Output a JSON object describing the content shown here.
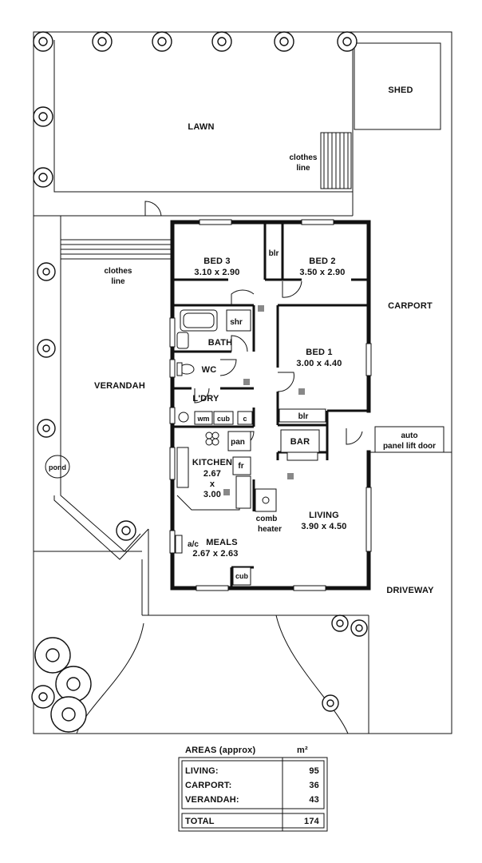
{
  "outdoor": {
    "lawn": "LAWN",
    "shed": "SHED",
    "clothes_line_top": [
      "clothes",
      "line"
    ],
    "clothes_line_left": [
      "clothes",
      "line"
    ],
    "verandah": "VERANDAH",
    "pond": "pond",
    "carport": "CARPORT",
    "driveway": "DRIVEWAY",
    "auto_door": [
      "auto",
      "panel lift door"
    ]
  },
  "rooms": {
    "bed3": {
      "name": "BED 3",
      "size": "3.10 x 2.90"
    },
    "bed2": {
      "name": "BED 2",
      "size": "3.50 x 2.90"
    },
    "bed1": {
      "name": "BED 1",
      "size": "3.00 x 4.40"
    },
    "bath": "BATH",
    "shr": "shr",
    "wc": "WC",
    "ldry": "L'DRY",
    "blr_top": "blr",
    "blr_mid": "blr",
    "bar": "BAR",
    "wm": "wm",
    "cub_ldry": "cub",
    "c": "c",
    "pan": "pan",
    "fr": "fr",
    "kitchen": {
      "name": "KITCHEN",
      "w": "2.67",
      "x": "x",
      "h": "3.00"
    },
    "comb_heater": [
      "comb",
      "heater"
    ],
    "living": {
      "name": "LIVING",
      "size": "3.90 x 4.50"
    },
    "meals": {
      "prefix": "a/c",
      "name": "MEALS",
      "size": "2.67 x 2.63"
    },
    "cub_meals": "cub"
  },
  "areas": {
    "title": "AREAS (approx)",
    "unit": "m²",
    "rows": [
      {
        "label": "LIVING:",
        "value": "95"
      },
      {
        "label": "CARPORT:",
        "value": "36"
      },
      {
        "label": "VERANDAH:",
        "value": "43"
      }
    ],
    "total": {
      "label": "TOTAL",
      "value": "174"
    }
  }
}
